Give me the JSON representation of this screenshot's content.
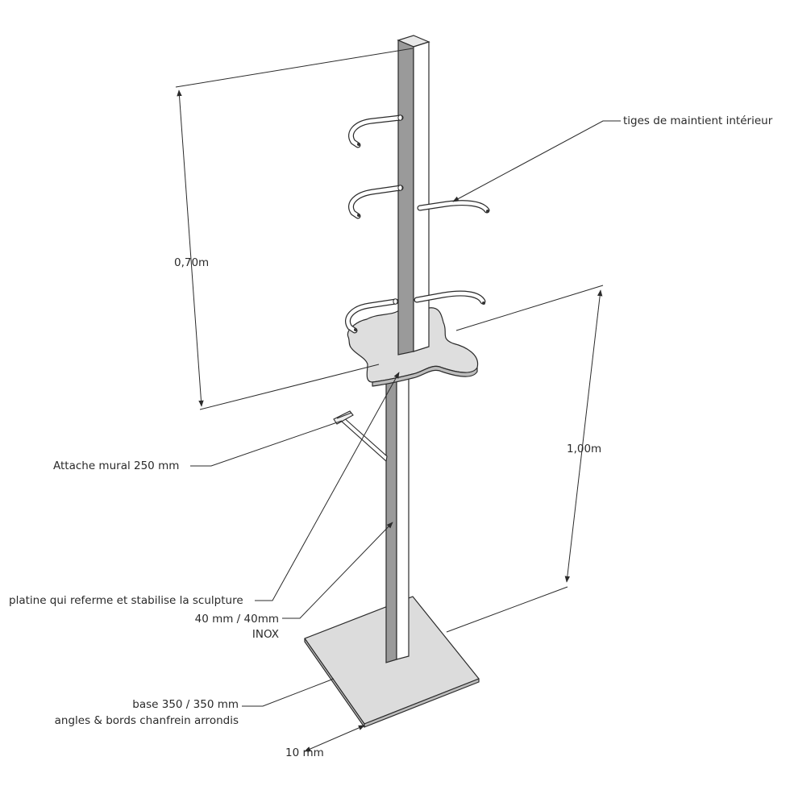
{
  "dimensions": {
    "upper_height": "0,70m",
    "lower_height": "1,00m",
    "base_thickness": "10 mm"
  },
  "labels": {
    "inner_rods": "tiges de maintient intérieur",
    "wall_bracket": "Attache mural 250 mm",
    "plate": "platine qui referme et stabilise la sculpture",
    "post_size": "40 mm / 40mm",
    "post_material": "INOX",
    "base_size": "base 350 / 350 mm",
    "base_finish": "angles & bords chanfrein arrondis"
  },
  "colors": {
    "line": "#2b2b2b",
    "post_shade": "#9a9a9a",
    "surface": "#dddddd",
    "background": "#ffffff"
  }
}
